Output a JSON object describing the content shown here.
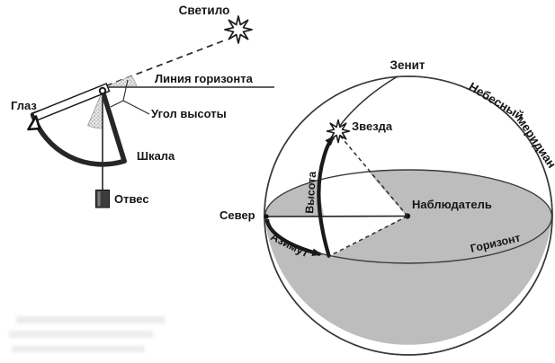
{
  "figure": {
    "title_context": "astronomy-altitude-azimuth-diagram",
    "quadrant": {
      "luminary": "Светило",
      "horizon_line": "Линия горизонта",
      "eye": "Глаз",
      "altitude_angle": "Угол высоты",
      "scale": "Шкала",
      "plumb": "Отвес"
    },
    "sphere": {
      "zenith": "Зенит",
      "meridian_words": [
        "Небесный",
        "меридиан"
      ],
      "star": "Звезда",
      "altitude": "Высота",
      "observer": "Наблюдатель",
      "north": "Север",
      "azimuth": "Азимут",
      "horizon": "Горизонт"
    },
    "colors": {
      "ink": "#1c1c1c",
      "line_gray": "#3a3a3a",
      "sphere_gray": "#bdbdbd",
      "stipple_gray": "#8a8a8a",
      "ghost_gray": "#dcdcdc"
    }
  }
}
